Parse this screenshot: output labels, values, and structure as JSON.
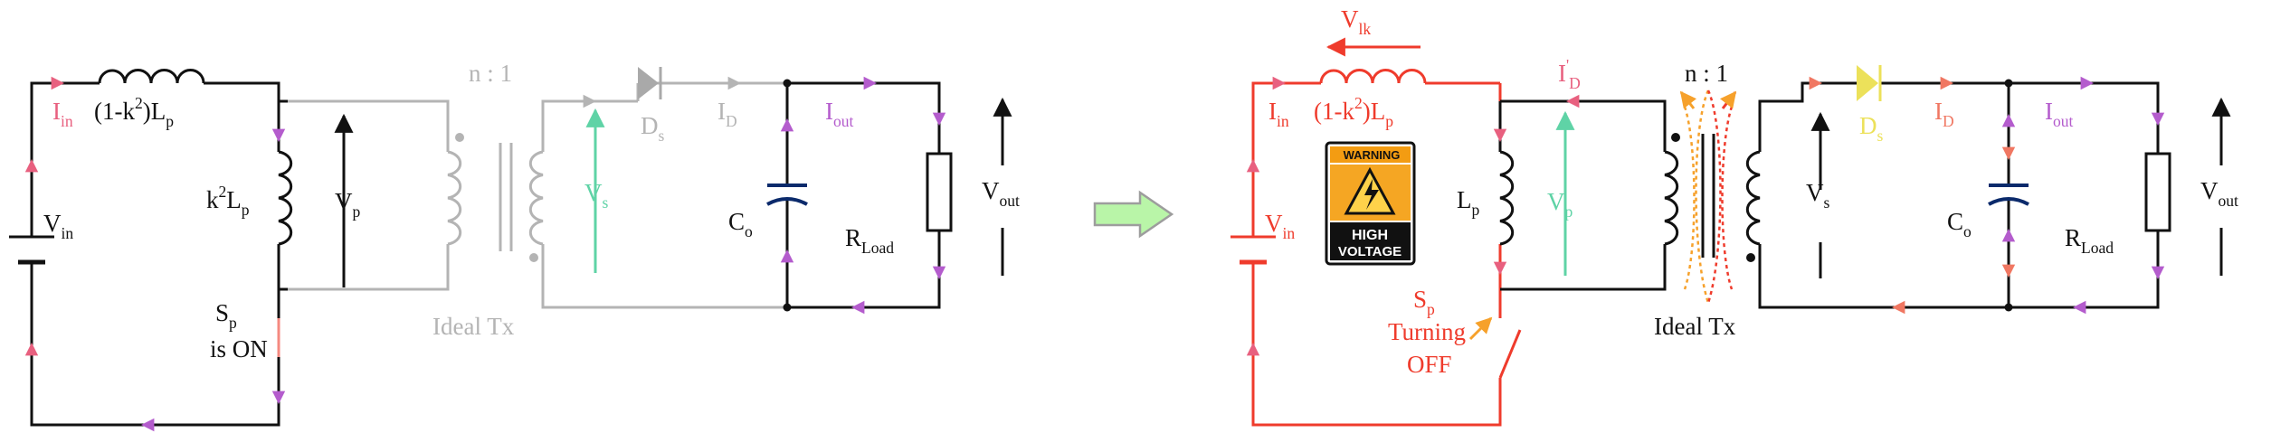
{
  "colors": {
    "black": "#111111",
    "gray": "#b4b4b4",
    "red": "#ef3b2c",
    "pink": "#e8607f",
    "violet": "#b45ccd",
    "salmon": "#f07762",
    "teal": "#5fd3a6",
    "yellow": "#ece15a",
    "orange": "#f6a12b",
    "arrow_fill": "#b9f5a8",
    "arrow_stroke": "#9d9d9d"
  },
  "left": {
    "i_in": {
      "main": "I",
      "sub": "in"
    },
    "leak_ind": {
      "pre": "(1-k",
      "sup": "2",
      "mid": ")L",
      "sub": "p"
    },
    "mag_ind": {
      "pre": "k",
      "sup": "2",
      "mid": "L",
      "sub": "p"
    },
    "v_in": {
      "main": "V",
      "sub": "in"
    },
    "v_p": {
      "main": "V",
      "sub": "p"
    },
    "switch_name": {
      "main": "S",
      "sub": "p"
    },
    "switch_state": "is ON",
    "ratio": "n : 1",
    "v_s": {
      "main": "V",
      "sub": "s"
    },
    "d_s": {
      "main": "D",
      "sub": "s"
    },
    "i_d": {
      "main": "I",
      "sub": "D"
    },
    "i_out": {
      "main": "I",
      "sub": "out"
    },
    "c_o": {
      "main": "C",
      "sub": "o"
    },
    "r_load": {
      "main": "R",
      "sub": "Load"
    },
    "v_out": {
      "main": "V",
      "sub": "out"
    },
    "tx_label": "Ideal Tx"
  },
  "right": {
    "v_lk": {
      "main": "V",
      "sub": "lk"
    },
    "i_in": {
      "main": "I",
      "sub": "in"
    },
    "leak_ind": {
      "pre": "(1-k",
      "sup": "2",
      "mid": ")L",
      "sub": "p"
    },
    "v_in": {
      "main": "V",
      "sub": "in"
    },
    "i_d_prime": {
      "main": "I",
      "sup": "'",
      "sub": "D"
    },
    "l_p": {
      "main": "L",
      "sub": "p"
    },
    "v_p": {
      "main": "V",
      "sub": "p"
    },
    "switch_name": {
      "main": "S",
      "sub": "p"
    },
    "switch_state_1": "Turning",
    "switch_state_2": "OFF",
    "ratio": "n : 1",
    "v_s": {
      "main": "V",
      "sub": "s"
    },
    "d_s": {
      "main": "D",
      "sub": "s"
    },
    "i_d": {
      "main": "I",
      "sub": "D"
    },
    "i_out": {
      "main": "I",
      "sub": "out"
    },
    "c_o": {
      "main": "C",
      "sub": "o"
    },
    "r_load": {
      "main": "R",
      "sub": "Load"
    },
    "v_out": {
      "main": "V",
      "sub": "out"
    },
    "tx_label": "Ideal Tx",
    "warning_header": "WARNING",
    "warning_line1": "HIGH",
    "warning_line2": "VOLTAGE"
  }
}
